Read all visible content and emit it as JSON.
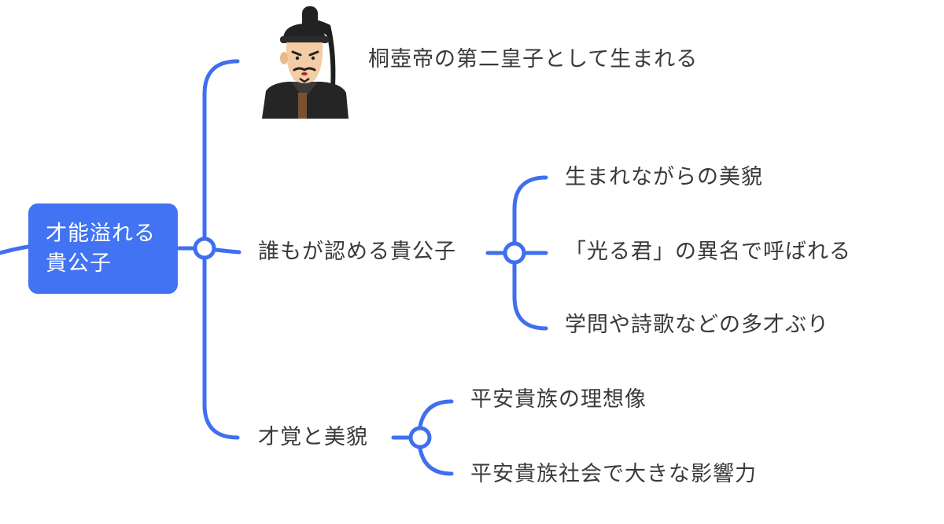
{
  "root": {
    "line1": "才能溢れる",
    "line2": "貴公子"
  },
  "branches": {
    "birth": {
      "label": "桐壺帝の第二皇子として生まれる",
      "illustration": "heian-prince-illustration"
    },
    "recognized": {
      "label": "誰もが認める貴公子",
      "children": [
        "生まれながらの美貌",
        "「光る君」の異名で呼ばれる",
        "学問や詩歌などの多才ぶり"
      ]
    },
    "talent": {
      "label": "才覚と美貌",
      "children": [
        "平安貴族の理想像",
        "平安貴族社会で大きな影響力"
      ]
    }
  },
  "colors": {
    "accent": "#3f6ff0",
    "root_fill": "#4273f2",
    "text": "#3a3a3a"
  }
}
